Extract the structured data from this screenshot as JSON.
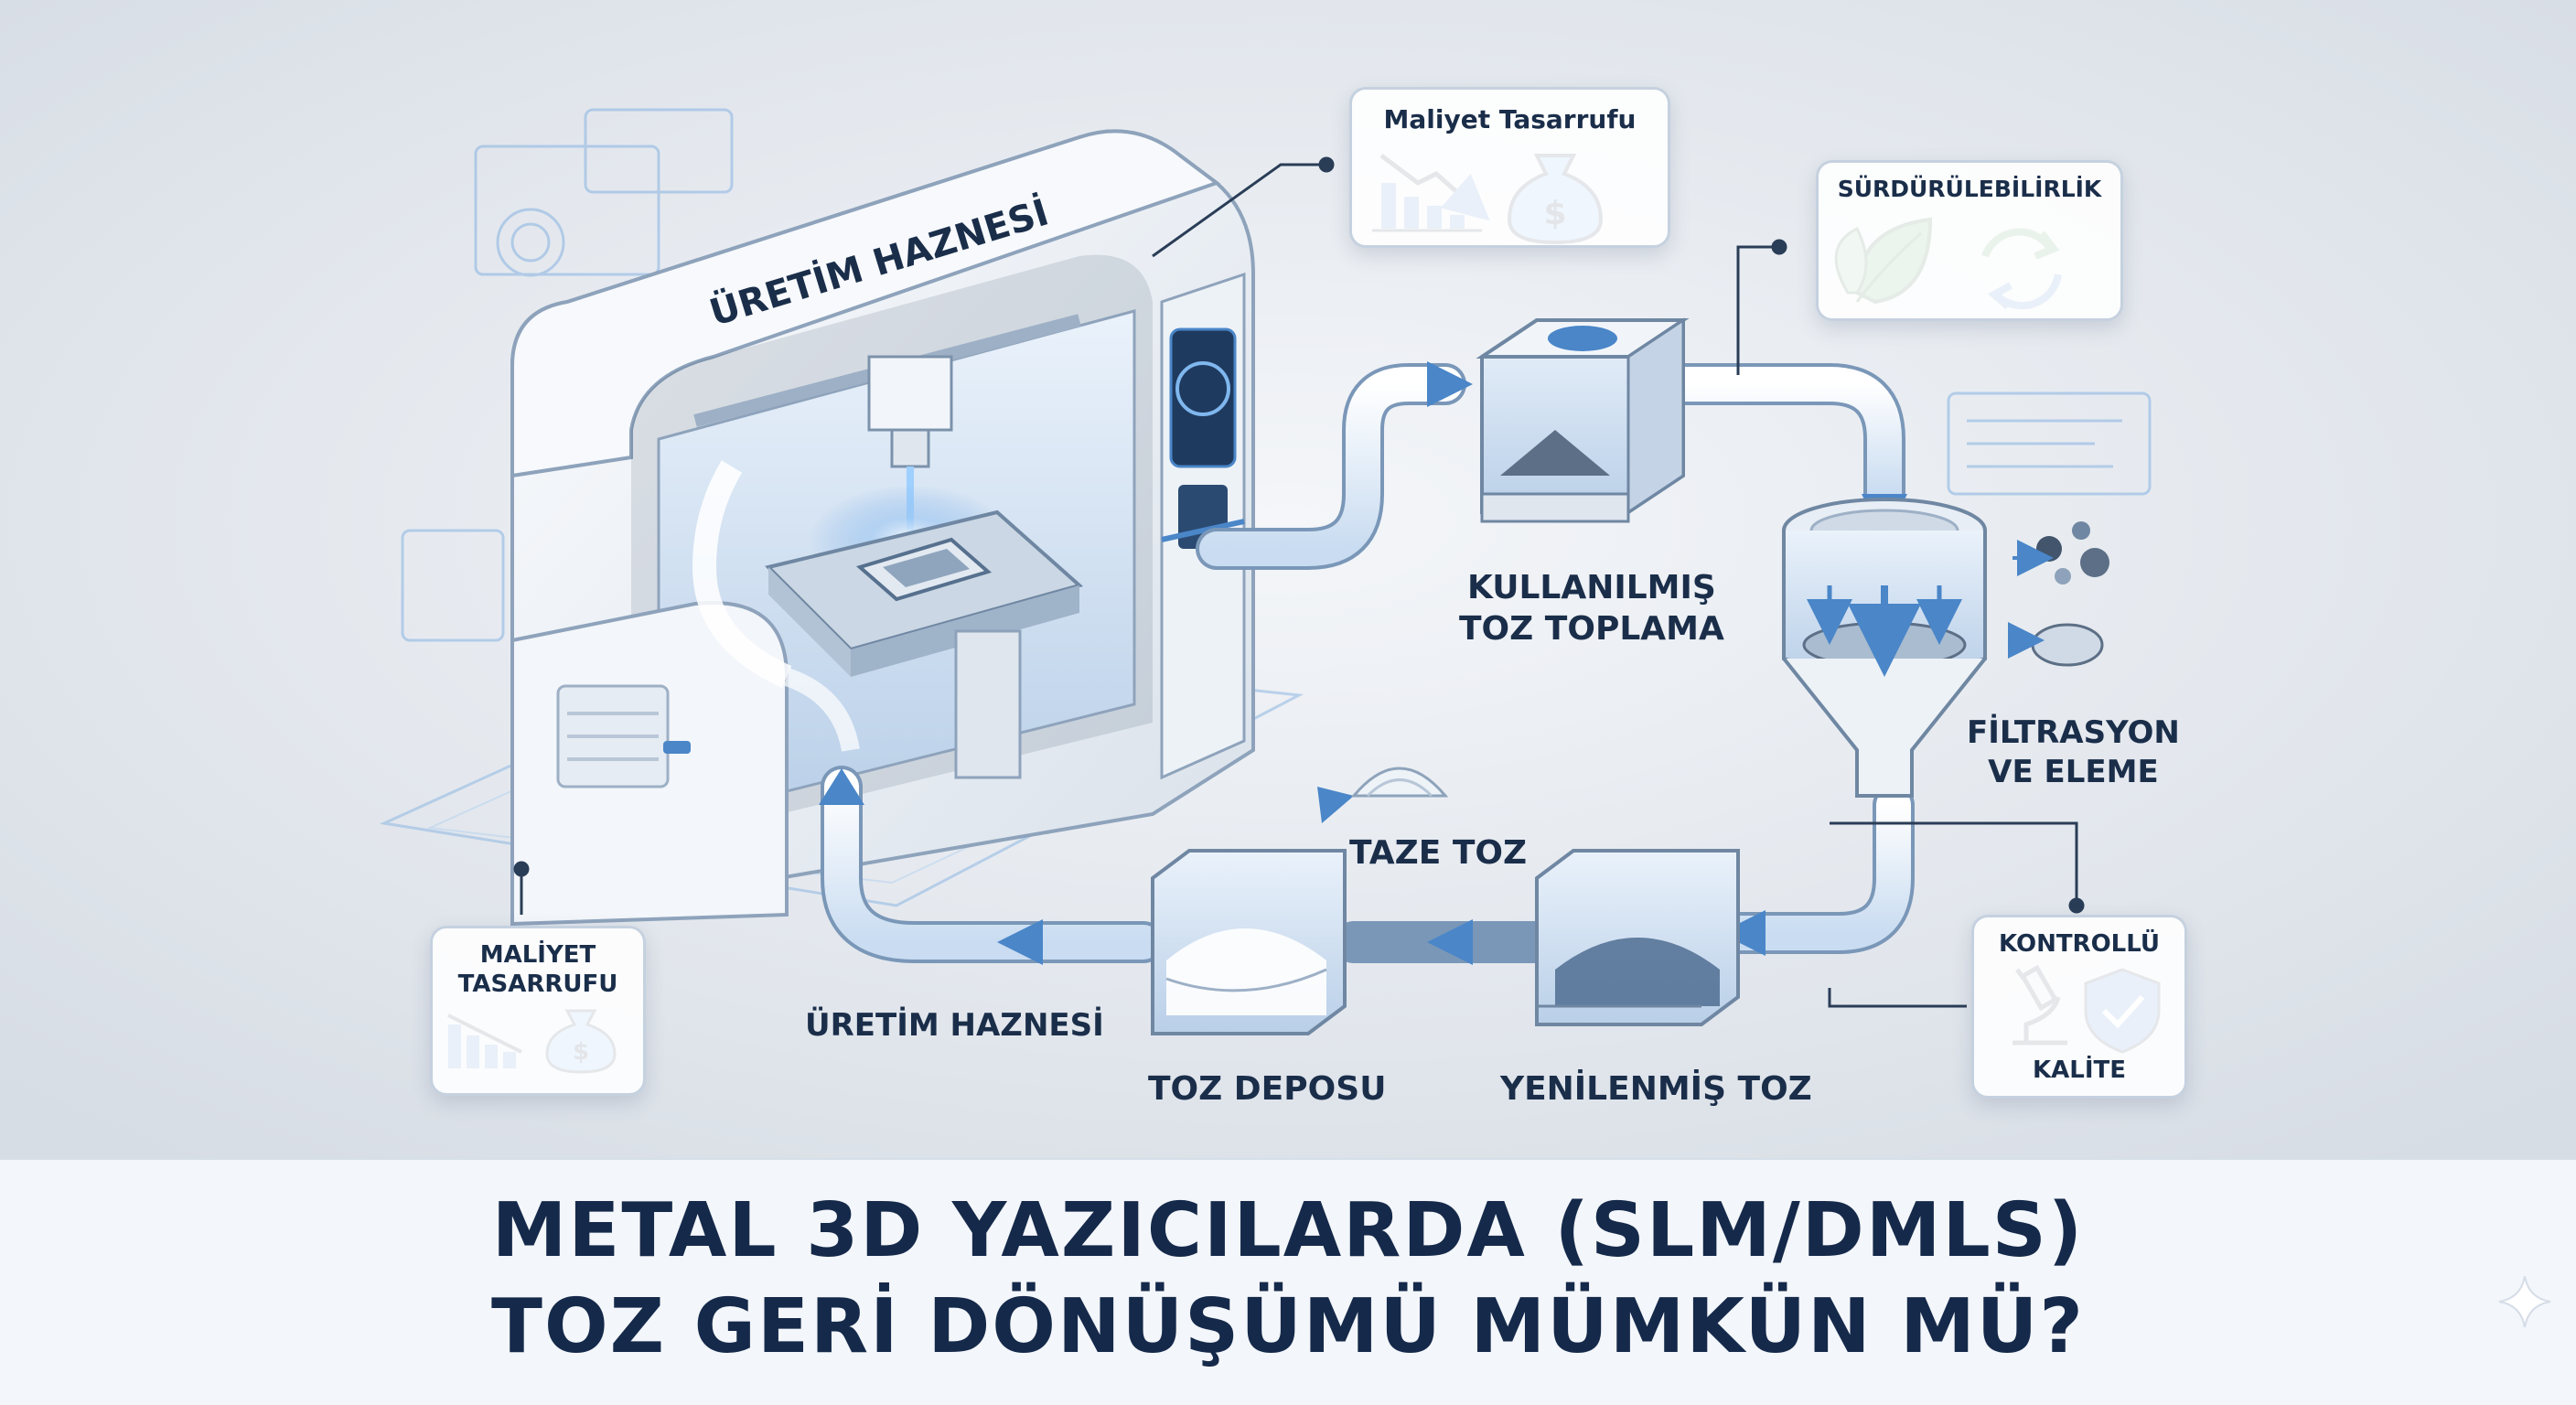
{
  "machine": {
    "label": "ÜRETİM HAZNESİ"
  },
  "cards": {
    "cost_top": {
      "title": "Maliyet Tasarrufu"
    },
    "sustainability": {
      "title": "SÜRDÜRÜLEBİLİRLİK"
    },
    "cost_bottom": {
      "title_line1": "MALİYET",
      "title_line2": "TASARRUFU"
    },
    "quality": {
      "title_line1": "KONTROLLÜ",
      "title_line2": "KALİTE"
    }
  },
  "stages": {
    "collection": {
      "line1": "KULLANILMIŞ",
      "line2": "TOZ TOPLAMA"
    },
    "filtration": {
      "line1": "FİLTRASYON",
      "line2": "VE ELEME"
    },
    "renewed": {
      "label": "YENİLENMİŞ TOZ"
    },
    "storage": {
      "label": "TOZ DEPOSU"
    },
    "fresh": {
      "label": "TAZE TOZ"
    },
    "production_return": {
      "label": "ÜRETİM HAZNESİ"
    }
  },
  "title": {
    "line1": "METAL 3D YAZICILARDA (SLM/DMLS)",
    "line2": "TOZ GERİ DÖNÜŞÜMÜ MÜMKÜN MÜ?"
  },
  "colors": {
    "accent_blue": "#4a86c8",
    "navy_text": "#1a2e4a",
    "pipe_fill": "#dce8f6",
    "leaf_green": "#4f9a5a",
    "background": "#e4e8ee"
  },
  "icons": [
    "money-bag-icon",
    "declining-bar-chart-icon",
    "leaf-icon",
    "recycle-arrows-icon",
    "microscope-icon",
    "shield-check-icon",
    "sparkle-icon"
  ]
}
